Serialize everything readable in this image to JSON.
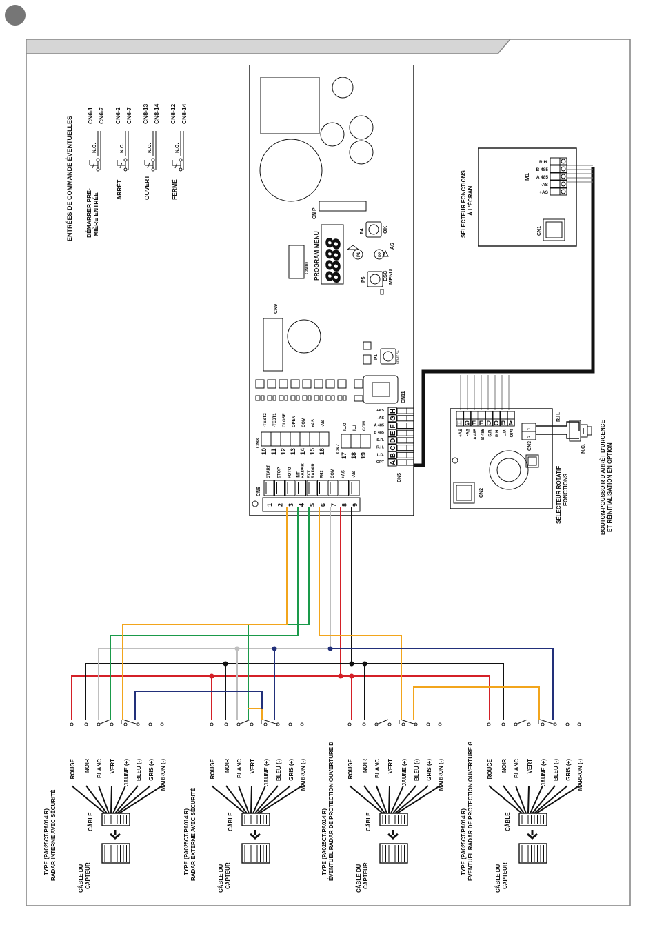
{
  "inputs_title": "ENTRÉES DE COMMANDE ÉVENTUELLES",
  "inputs": [
    {
      "label": "DÉMARRER PRE-",
      "label2": "MIÈRE ENTRÉE",
      "contact": "N.O.",
      "pin_a": "CN6-1",
      "pin_b": "CN6-7"
    },
    {
      "label": "ARRÊT",
      "label2": "",
      "contact": "N.C.",
      "pin_a": "CN6-2",
      "pin_b": "CN6-7"
    },
    {
      "label": "OUVERT",
      "label2": "",
      "contact": "N.O.",
      "pin_a": "CN8-13",
      "pin_b": "CN8-14"
    },
    {
      "label": "FERMÉ",
      "label2": "",
      "contact": "N.O.",
      "pin_a": "CN8-12",
      "pin_b": "CN8-14"
    }
  ],
  "board": {
    "cnp": "CN P",
    "cn10": "CN10",
    "cn9": "CN9",
    "cn11": "CN11",
    "cn5": "CN5",
    "cn7": "CN7",
    "program_menu": "PROGRAM MENU",
    "digits": "8888",
    "p4": "P4",
    "ok": "OK",
    "p5": "P5",
    "esc": "ESC",
    "menu": "MENU",
    "as": "AS",
    "p1_btn": "P1",
    "p2_btn": "P2",
    "p1": "P1",
    "start_fl": "START F.L",
    "cn8": {
      "name": "CN8",
      "pins": [
        {
          "n": "10",
          "l": "-TEST2"
        },
        {
          "n": "11",
          "l": "-TEST1"
        },
        {
          "n": "12",
          "l": "CLOSE"
        },
        {
          "n": "13",
          "l": "OPEN"
        },
        {
          "n": "14",
          "l": "COM"
        },
        {
          "n": "15",
          "l": "+AS"
        },
        {
          "n": "16",
          "l": "-AS"
        }
      ]
    },
    "cn7_pins": [
      {
        "n": "17",
        "l": "IL.O"
      },
      {
        "n": "18",
        "l": "IL.I"
      },
      {
        "n": "19",
        "l": "COM"
      }
    ],
    "cn6": {
      "name": "CN6",
      "pins": [
        {
          "n": "1",
          "l": "START"
        },
        {
          "n": "2",
          "l": "STOP"
        },
        {
          "n": "3",
          "l": "FOTO"
        },
        {
          "n": "4",
          "l": "RADAR INT"
        },
        {
          "n": "5",
          "l": "RADAR EXT"
        },
        {
          "n": "6",
          "l": "PH2"
        },
        {
          "n": "7",
          "l": "COM"
        },
        {
          "n": "8",
          "l": "+AS"
        },
        {
          "n": "9",
          "l": "-AS"
        }
      ]
    },
    "cn5_letters": [
      "A",
      "B",
      "C",
      "D",
      "E",
      "F",
      "G",
      "H"
    ],
    "cn5_labels": [
      "OPT",
      "L.D.",
      "R.H.",
      "S.R.",
      "B 485",
      "A 485",
      "-AS",
      "+AS"
    ]
  },
  "screen_selector": {
    "title": "SÉLECTEUR FONCTIONS",
    "title2": "À L'ÉCRAN",
    "m1": "M1",
    "m1_pins": [
      "R.H.",
      "B 485",
      "A 485",
      "-AS",
      "+AS"
    ],
    "cn1": "CN1"
  },
  "rotary_selector": {
    "title": "SÉLECTEUR ROTATIF",
    "title2": "FONCTIONS",
    "letters": [
      "H",
      "G",
      "F",
      "E",
      "D",
      "C",
      "B",
      "A"
    ],
    "labels": [
      "+AS",
      "-AS",
      "A 485",
      "B 485",
      "S.R.",
      "R.H.",
      "L.D.",
      "OPT"
    ],
    "cn3": "CN3",
    "cn2": "CN2",
    "pin1": "1",
    "pin2": "2",
    "rh": "R.H."
  },
  "emergency": {
    "line1": "BOUTON-POUSSOIR D'ARRÊT D'URGENCE",
    "line2": "ET RÉINITIALISATION EN OPTION",
    "contact": "N.C."
  },
  "sensors": [
    {
      "type": "TYPE (PA025CT/PA014IR)",
      "desc": "RADAR INTERNE AVEC SÉCURITÉ"
    },
    {
      "type": "TYPE (PA025CT/PA014IR)",
      "desc": "RADAR EXTERNE AVEC SÉCURITÉ"
    },
    {
      "type": "TYPE (PA025CT/PA014IR)",
      "desc": "ÉVENTUEL RADAR DE PROTECTION OUVERTURE D"
    },
    {
      "type": "TYPE (PA025CT/PA014IR)",
      "desc": "ÉVENTUEL RADAR DE PROTECTION OUVERTURE G"
    }
  ],
  "wire_colors": [
    "ROUGE",
    "NOIR",
    "BLANC",
    "VERT",
    "JAUNE (+)",
    "BLEU (-)",
    "GRIS (+)",
    "MARRON (-)"
  ],
  "cable_label": "CÂBLE",
  "sensor_cable": "CÂBLE DU",
  "sensor_cable2": "CAPTEUR",
  "colors": {
    "red": "#d42027",
    "black": "#111111",
    "white_wire": "#bfbfbf",
    "green": "#1a9a4a",
    "yellow": "#f2a51c",
    "blue": "#22307a",
    "header_bar": "#d6d6d6",
    "circle": "#767676"
  }
}
